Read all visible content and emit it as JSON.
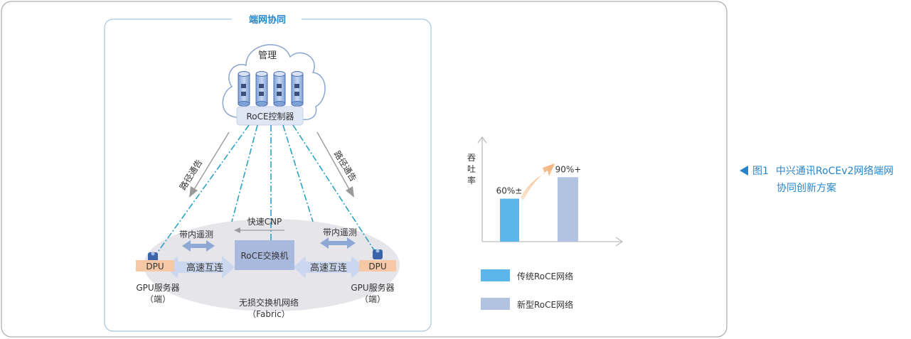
{
  "diagram": {
    "section_title": "端网协同",
    "cloud_label": "管理",
    "controller_label": "RoCE控制器",
    "route_left": "路径通告",
    "route_right": "路径通告",
    "fast_cnp": "快速CNP",
    "inband_left": "带内遥测",
    "inband_right": "带内遥测",
    "switch_label": "RoCE交换机",
    "link_left": "高速互连",
    "link_right": "高速互连",
    "dpu_left": "DPU",
    "dpu_right": "DPU",
    "gpu_left_l1": "GPU服务器",
    "gpu_left_l2": "（端）",
    "gpu_right_l1": "GPU服务器",
    "gpu_right_l2": "（端）",
    "fabric_l1": "无损交换机网络",
    "fabric_l2": "（Fabric）"
  },
  "chart_data": {
    "type": "bar",
    "ylabel": "吞吐率",
    "categories": [
      "传统RoCE网络",
      "新型RoCE网络"
    ],
    "values": [
      60,
      90
    ],
    "data_labels": [
      "60%±",
      "90%+"
    ],
    "colors": [
      "#5cb6ea",
      "#b2c3e2"
    ],
    "ylim": [
      0,
      100
    ],
    "legend": [
      {
        "label": "传统RoCE网络",
        "color": "#5cb6ea"
      },
      {
        "label": "新型RoCE网络",
        "color": "#b2c3e2"
      }
    ],
    "legend_position": "bottom",
    "grid": false
  },
  "caption": {
    "number": "图1",
    "line1": "中兴通讯RoCEv2网络端网",
    "line2": "协同创新方案"
  },
  "colors": {
    "frame": "#b0b0b0",
    "accent_blue": "#2a85c8",
    "dashdot_line": "#2ba3c4",
    "fabric_ellipse": "#e6e6ea",
    "switch_box": "#a9b9de",
    "dpu_box": "#f6c8a6",
    "growth_arrow": "#f6c29a"
  }
}
